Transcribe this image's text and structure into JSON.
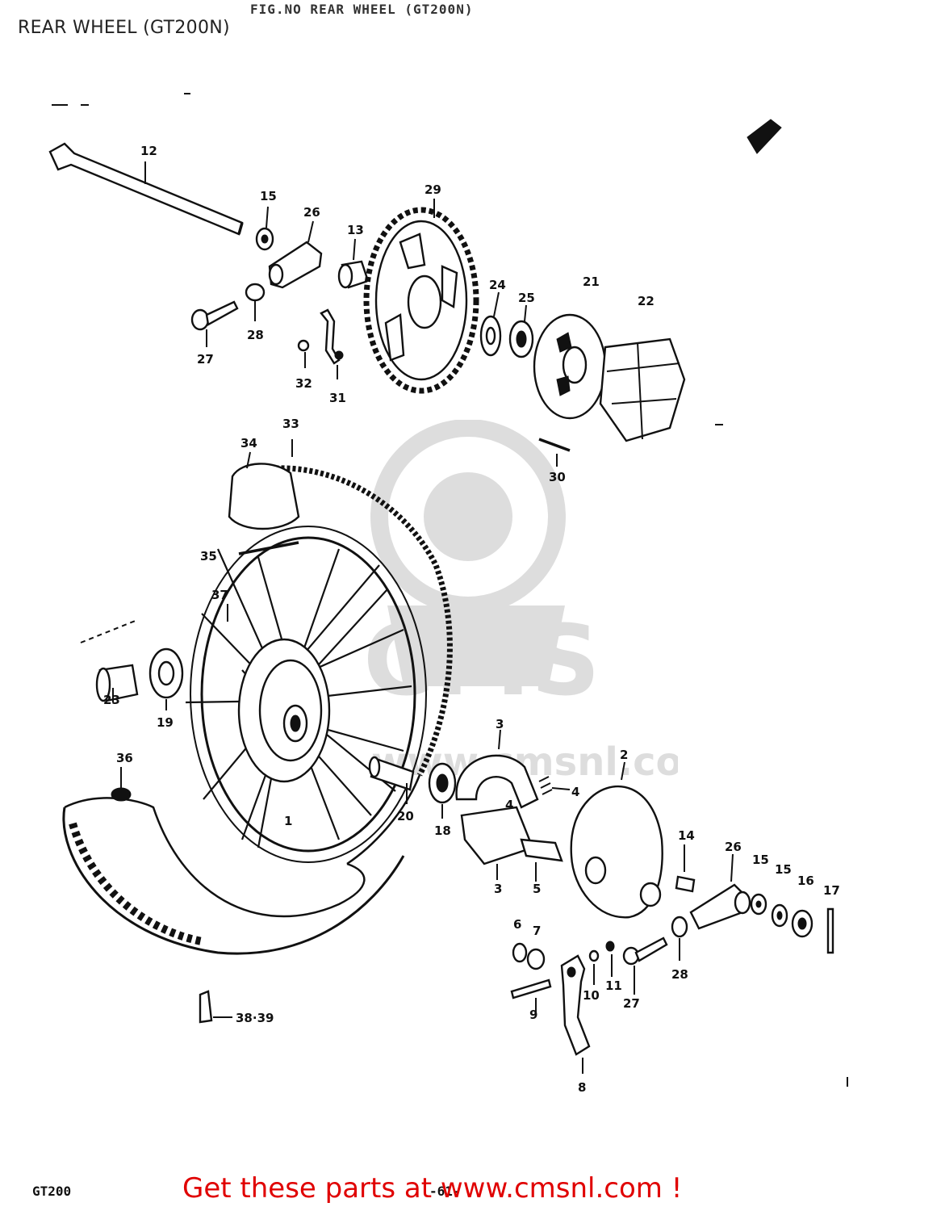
{
  "page": {
    "title": "REAR WHEEL (GT200N)",
    "header_text": "FIG.NO REAR WHEEL (GT200N)",
    "footer_model": "GT200",
    "footer_page": "-61-",
    "call_to_action": "Get these parts at www.cmsnl.com !",
    "watermark_text": "CMS",
    "watermark_url": "www.cmsnl.com"
  },
  "callouts": {
    "c1": "1",
    "c2": "2",
    "c3a": "3",
    "c3b": "3",
    "c4a": "4",
    "c4b": "4",
    "c5": "5",
    "c6": "6",
    "c7": "7",
    "c8": "8",
    "c9": "9",
    "c10": "10",
    "c11": "11",
    "c12": "12",
    "c13": "13",
    "c14": "14",
    "c15a": "15",
    "c15b": "15",
    "c15c": "15",
    "c16": "16",
    "c17": "17",
    "c18": "18",
    "c19": "19",
    "c20": "20",
    "c21": "21",
    "c22": "22",
    "c23": "23",
    "c24": "24",
    "c25": "25",
    "c26a": "26",
    "c26b": "26",
    "c27a": "27",
    "c27b": "27",
    "c28a": "28",
    "c28b": "28",
    "c29": "29",
    "c30": "30",
    "c31": "31",
    "c32": "32",
    "c33": "33",
    "c34": "34",
    "c35": "35",
    "c36": "36",
    "c37": "37",
    "c3839": "38·39"
  }
}
